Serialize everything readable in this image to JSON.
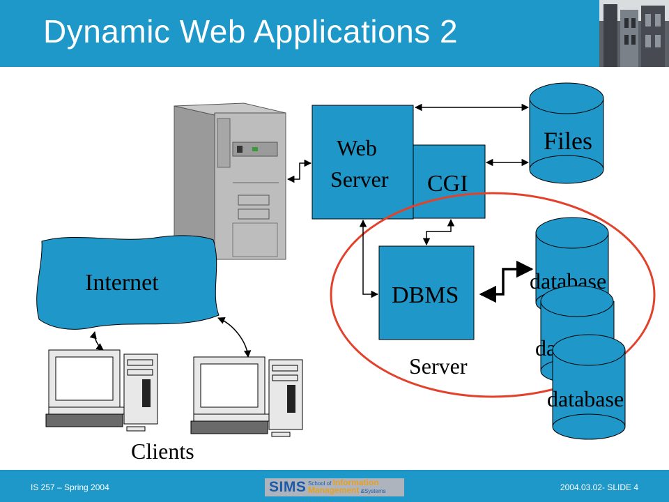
{
  "slide": {
    "title": "Dynamic Web Applications 2"
  },
  "diagram": {
    "web_server": "Web",
    "web_server_line2": "Server",
    "cgi": "CGI",
    "files": "Files",
    "dbms": "DBMS",
    "database_1": "database",
    "database_2": "da",
    "database_3": "database",
    "internet": "Internet",
    "server_label": "Server",
    "clients_label": "Clients"
  },
  "footer": {
    "left": "IS 257 – Spring 2004",
    "right": "2004.03.02- SLIDE 4",
    "logo_main": "SIMS",
    "logo_school": "School of",
    "logo_info": "Information",
    "logo_mgmt": "Management",
    "logo_sys": "&Systems"
  },
  "colors": {
    "accent": "#1d98c9",
    "node": "#1f97c9",
    "ellipse": "#e2422c"
  }
}
